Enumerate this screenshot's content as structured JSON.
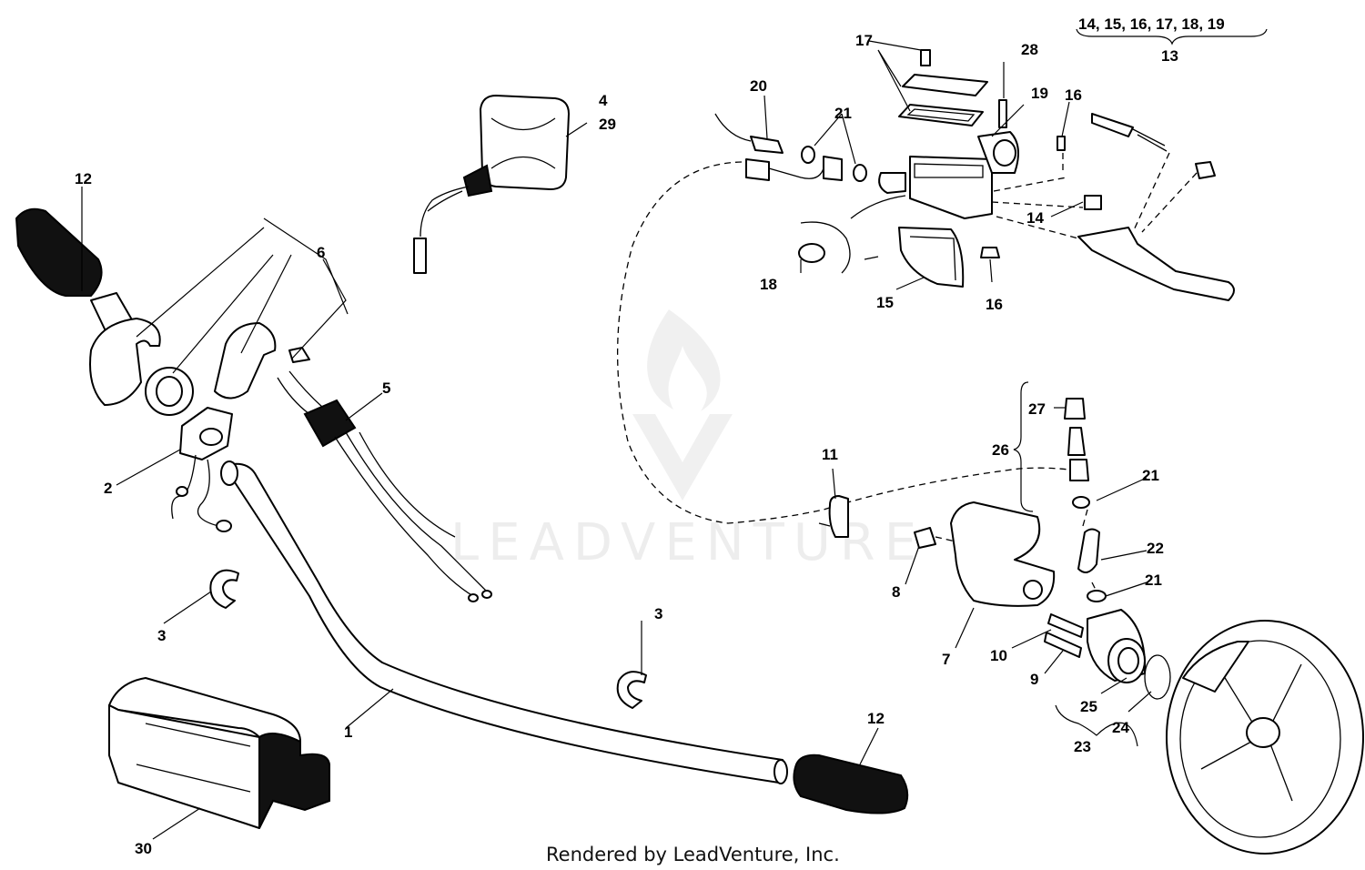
{
  "diagram": {
    "group_header": "14, 15, 16, 17, 18, 19",
    "group_number": "13",
    "watermark": "LEADVENTURE",
    "footer": "Rendered by LeadVenture, Inc.",
    "callouts": [
      {
        "id": "c1",
        "text": "1"
      },
      {
        "id": "c2",
        "text": "2"
      },
      {
        "id": "c3a",
        "text": "3"
      },
      {
        "id": "c3b",
        "text": "3"
      },
      {
        "id": "c4",
        "text": "4"
      },
      {
        "id": "c29",
        "text": "29"
      },
      {
        "id": "c5",
        "text": "5"
      },
      {
        "id": "c6",
        "text": "6"
      },
      {
        "id": "c7",
        "text": "7"
      },
      {
        "id": "c8",
        "text": "8"
      },
      {
        "id": "c9",
        "text": "9"
      },
      {
        "id": "c10",
        "text": "10"
      },
      {
        "id": "c11",
        "text": "11"
      },
      {
        "id": "c12a",
        "text": "12"
      },
      {
        "id": "c12b",
        "text": "12"
      },
      {
        "id": "c14",
        "text": "14"
      },
      {
        "id": "c15",
        "text": "15"
      },
      {
        "id": "c16a",
        "text": "16"
      },
      {
        "id": "c16b",
        "text": "16"
      },
      {
        "id": "c17",
        "text": "17"
      },
      {
        "id": "c18",
        "text": "18"
      },
      {
        "id": "c19",
        "text": "19"
      },
      {
        "id": "c20",
        "text": "20"
      },
      {
        "id": "c21a",
        "text": "21"
      },
      {
        "id": "c21b",
        "text": "21"
      },
      {
        "id": "c21c",
        "text": "21"
      },
      {
        "id": "c22",
        "text": "22"
      },
      {
        "id": "c23",
        "text": "23"
      },
      {
        "id": "c24",
        "text": "24"
      },
      {
        "id": "c25",
        "text": "25"
      },
      {
        "id": "c26",
        "text": "26"
      },
      {
        "id": "c27",
        "text": "27"
      },
      {
        "id": "c28",
        "text": "28"
      },
      {
        "id": "c30",
        "text": "30"
      }
    ]
  }
}
